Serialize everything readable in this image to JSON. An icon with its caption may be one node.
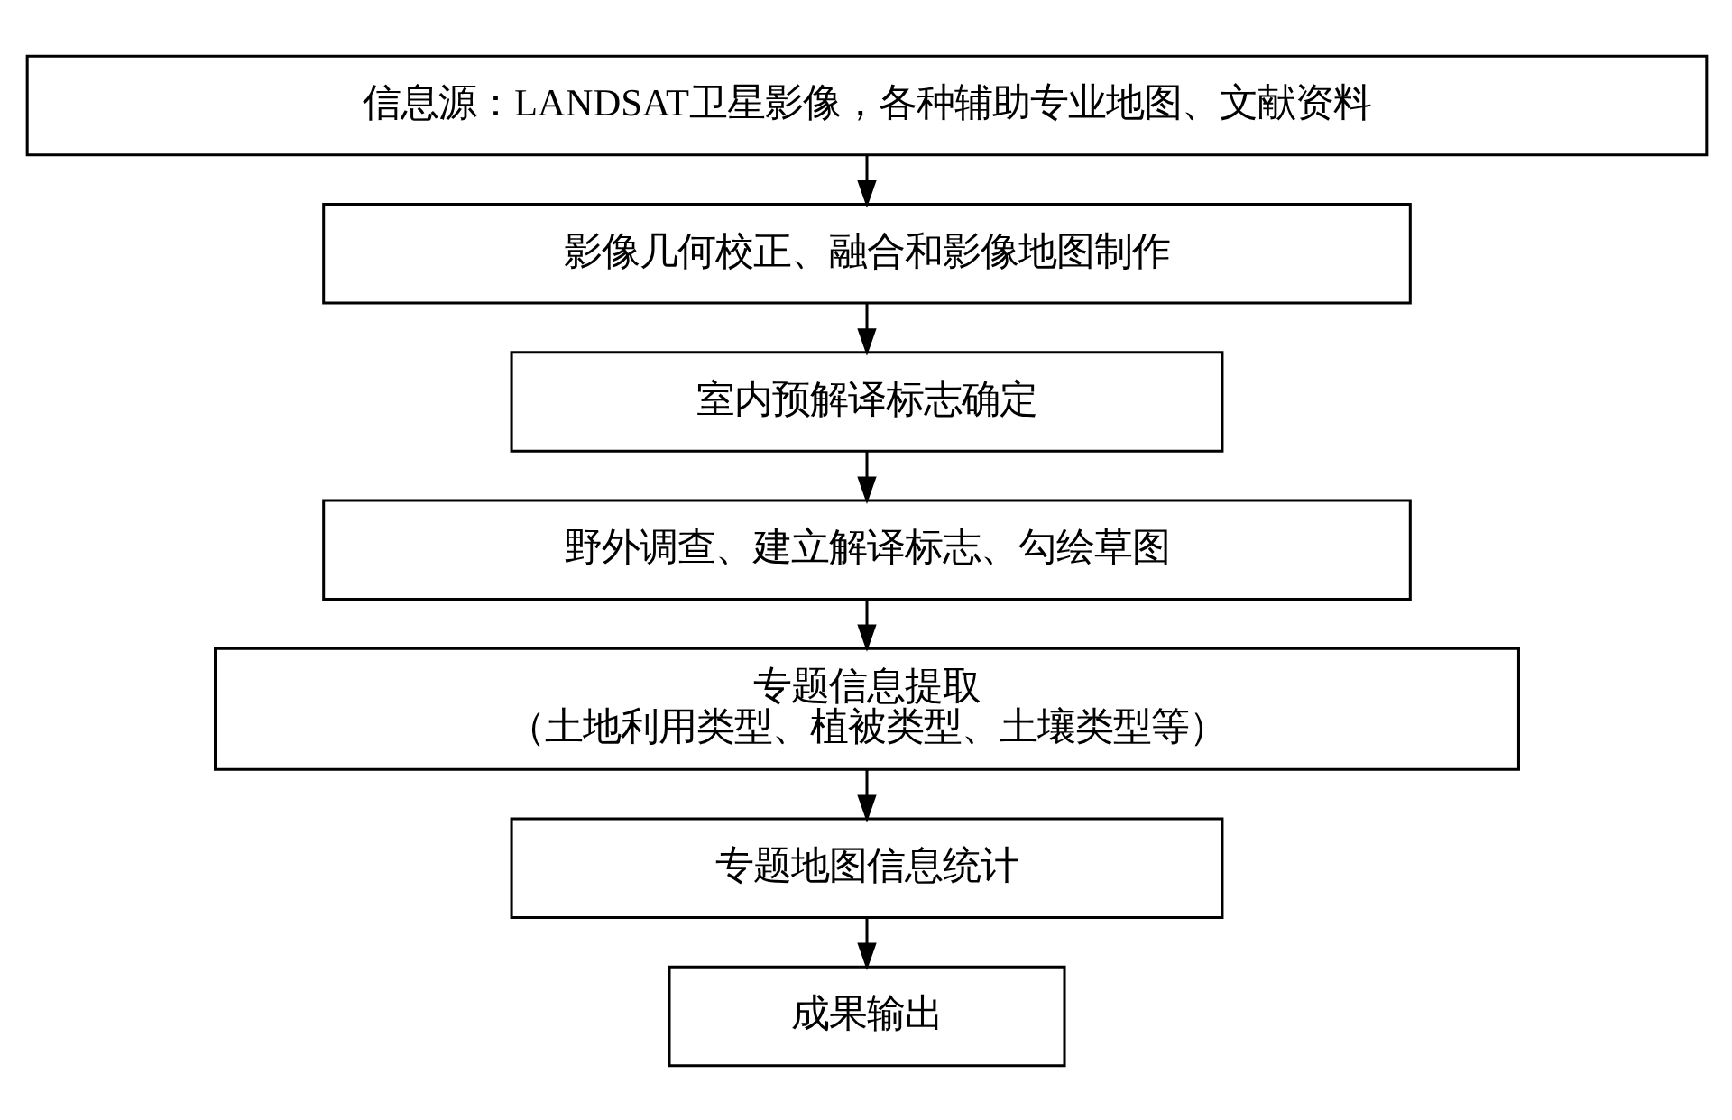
{
  "diagram": {
    "nodes": [
      {
        "text": [
          "信息源：LANDSAT卫星影像，各种辅助专业地图、文献资料"
        ]
      },
      {
        "text": [
          "影像几何校正、融合和影像地图制作"
        ]
      },
      {
        "text": [
          "室内预解译标志确定"
        ]
      },
      {
        "text": [
          "野外调查、建立解译标志、勾绘草图"
        ]
      },
      {
        "text": [
          "专题信息提取",
          "（土地利用类型、植被类型、土壤类型等）"
        ]
      },
      {
        "text": [
          "专题地图信息统计"
        ]
      },
      {
        "text": [
          "成果输出"
        ]
      }
    ],
    "edges": [
      {
        "from": 0,
        "to": 1,
        "arrow": "to"
      },
      {
        "from": 1,
        "to": 2,
        "arrow": "to"
      },
      {
        "from": 2,
        "to": 3,
        "arrow": "to"
      },
      {
        "from": 3,
        "to": 4,
        "arrow": "to"
      },
      {
        "from": 4,
        "to": 5,
        "arrow": "to"
      },
      {
        "from": 5,
        "to": 6,
        "arrow": "to"
      }
    ]
  }
}
